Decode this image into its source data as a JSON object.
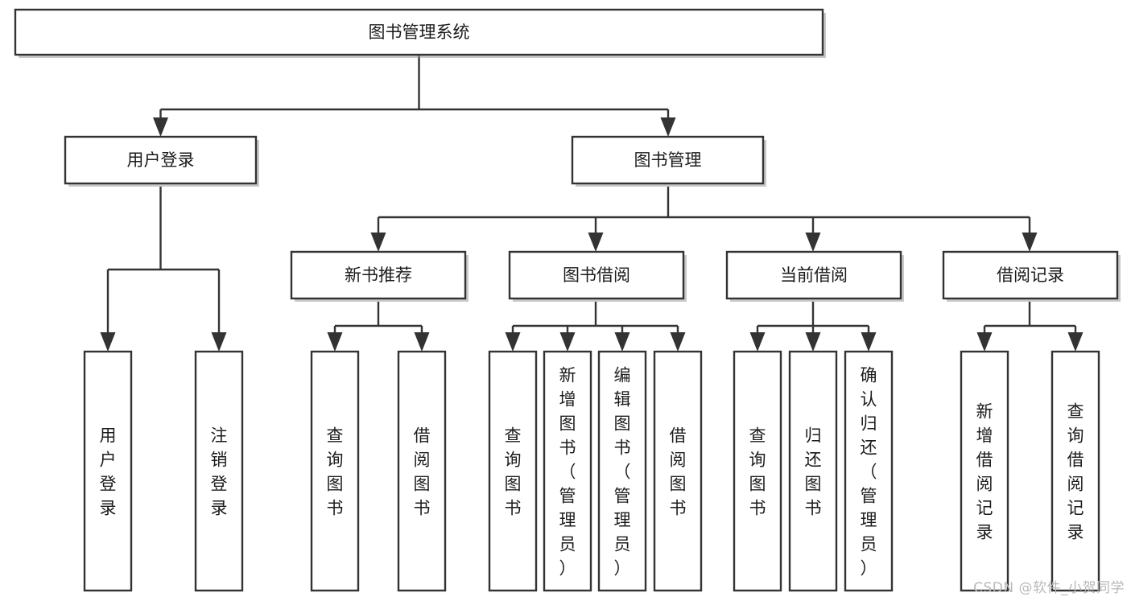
{
  "diagram": {
    "title": "图书管理系统",
    "type": "tree",
    "orientation": "top-down",
    "colors": {
      "box_stroke": "#333333",
      "box_fill": "#ffffff",
      "connector": "#333333",
      "text": "#1b1b1b",
      "watermark": "#b9b9b9",
      "background": "#ffffff"
    },
    "levels": [
      {
        "level": 1,
        "nodes": [
          {
            "id": "root",
            "label": "图书管理系统",
            "orientation": "horizontal"
          }
        ]
      },
      {
        "level": 2,
        "nodes": [
          {
            "id": "login",
            "label": "用户登录",
            "orientation": "horizontal",
            "parent": "root"
          },
          {
            "id": "bookmgmt",
            "label": "图书管理",
            "orientation": "horizontal",
            "parent": "root"
          }
        ]
      },
      {
        "level": 3,
        "nodes": [
          {
            "id": "newbook",
            "label": "新书推荐",
            "orientation": "horizontal",
            "parent": "bookmgmt"
          },
          {
            "id": "borrow",
            "label": "图书借阅",
            "orientation": "horizontal",
            "parent": "bookmgmt"
          },
          {
            "id": "current",
            "label": "当前借阅",
            "orientation": "horizontal",
            "parent": "bookmgmt"
          },
          {
            "id": "records",
            "label": "借阅记录",
            "orientation": "horizontal",
            "parent": "bookmgmt"
          }
        ]
      },
      {
        "level": 4,
        "nodes": [
          {
            "id": "leaf-login-1",
            "label": "用户登录",
            "orientation": "vertical",
            "parent": "login"
          },
          {
            "id": "leaf-login-2",
            "label": "注销登录",
            "orientation": "vertical",
            "parent": "login"
          },
          {
            "id": "leaf-newbook-1",
            "label": "查询图书",
            "orientation": "vertical",
            "parent": "newbook"
          },
          {
            "id": "leaf-newbook-2",
            "label": "借阅图书",
            "orientation": "vertical",
            "parent": "newbook"
          },
          {
            "id": "leaf-borrow-1",
            "label": "查询图书",
            "orientation": "vertical",
            "parent": "borrow"
          },
          {
            "id": "leaf-borrow-2",
            "label": "新增图书（管理员）",
            "orientation": "vertical",
            "parent": "borrow"
          },
          {
            "id": "leaf-borrow-3",
            "label": "编辑图书（管理员）",
            "orientation": "vertical",
            "parent": "borrow"
          },
          {
            "id": "leaf-borrow-4",
            "label": "借阅图书",
            "orientation": "vertical",
            "parent": "borrow"
          },
          {
            "id": "leaf-current-1",
            "label": "查询图书",
            "orientation": "vertical",
            "parent": "current"
          },
          {
            "id": "leaf-current-2",
            "label": "归还图书",
            "orientation": "vertical",
            "parent": "current"
          },
          {
            "id": "leaf-current-3",
            "label": "确认归还（管理员）",
            "orientation": "vertical",
            "parent": "current"
          },
          {
            "id": "leaf-records-1",
            "label": "新增借阅记录",
            "orientation": "vertical",
            "parent": "records"
          },
          {
            "id": "leaf-records-2",
            "label": "查询借阅记录",
            "orientation": "vertical",
            "parent": "records"
          }
        ]
      }
    ]
  },
  "nodes": {
    "root": {
      "label": "图书管理系统"
    },
    "login": {
      "label": "用户登录"
    },
    "bookmgmt": {
      "label": "图书管理"
    },
    "newbook": {
      "label": "新书推荐"
    },
    "borrow": {
      "label": "图书借阅"
    },
    "current": {
      "label": "当前借阅"
    },
    "records": {
      "label": "借阅记录"
    },
    "leaf_login_1": {
      "label": "用户登录"
    },
    "leaf_login_2": {
      "label": "注销登录"
    },
    "leaf_newbook_1": {
      "label": "查询图书"
    },
    "leaf_newbook_2": {
      "label": "借阅图书"
    },
    "leaf_borrow_1": {
      "label": "查询图书"
    },
    "leaf_borrow_2": {
      "label": "新增图书（管理员）"
    },
    "leaf_borrow_3": {
      "label": "编辑图书（管理员）"
    },
    "leaf_borrow_4": {
      "label": "借阅图书"
    },
    "leaf_current_1": {
      "label": "查询图书"
    },
    "leaf_current_2": {
      "label": "归还图书"
    },
    "leaf_current_3": {
      "label": "确认归还（管理员）"
    },
    "leaf_records_1": {
      "label": "新增借阅记录"
    },
    "leaf_records_2": {
      "label": "查询借阅记录"
    }
  },
  "watermark": {
    "text": "CSDN @软件_小贺同学"
  }
}
